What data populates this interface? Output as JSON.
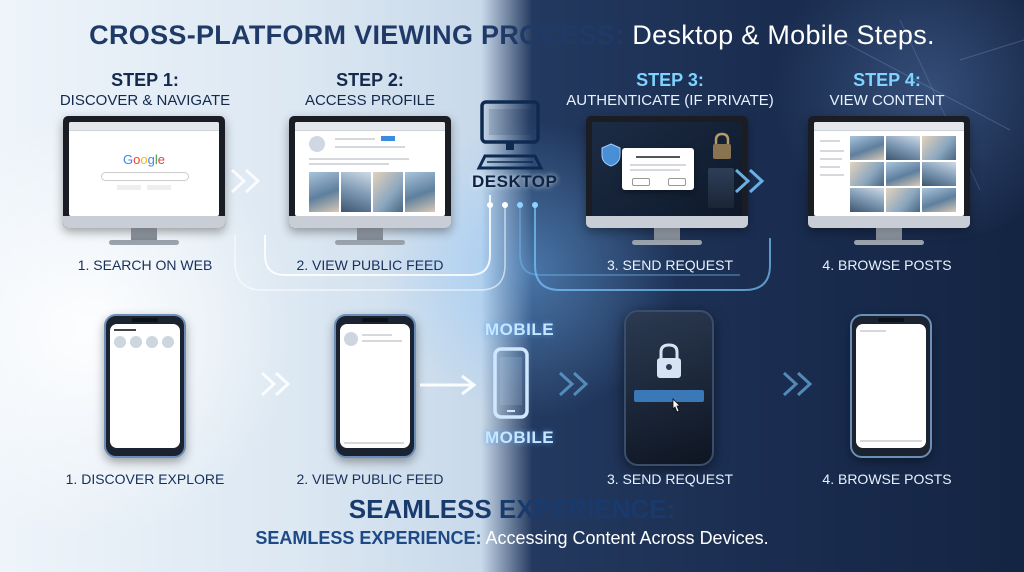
{
  "title": {
    "bold": "CROSS-PLATFORM VIEWING PROCESS:",
    "rest": " Desktop & Mobile Steps."
  },
  "steps": [
    {
      "number": "STEP 1:",
      "name": "DISCOVER & NAVIGATE"
    },
    {
      "number": "STEP 2:",
      "name": "ACCESS PROFILE"
    },
    {
      "number": "STEP 3:",
      "name": "AUTHENTICATE (IF PRIVATE)"
    },
    {
      "number": "STEP 4:",
      "name": "VIEW CONTENT"
    }
  ],
  "desktop_captions": [
    "1. SEARCH ON WEB",
    "2. VIEW PUBLIC FEED",
    "3. SEND REQUEST",
    "4. BROWSE POSTS"
  ],
  "mobile_captions": [
    "1. DISCOVER EXPLORE",
    "2. VIEW PUBLIC FEED",
    "3. SEND REQUEST",
    "4. BROWSE POSTS"
  ],
  "labels": {
    "desktop": "DESKTOP",
    "mobile_top": "MOBILE",
    "mobile_bottom": "MOBILE"
  },
  "screens": {
    "search_logo": [
      "G",
      "o",
      "o",
      "g",
      "l",
      "e"
    ]
  },
  "footer": {
    "headline": "SEAMLESS EXPERIENCE:",
    "bold": "SEAMLESS EXPERIENCE:",
    "rest": " Accessing Content Across Devices."
  },
  "icons": {
    "desktop": "desktop-computer-icon",
    "mobile": "smartphone-icon",
    "lock": "padlock-icon",
    "arrow": "chevron-arrow-icon"
  },
  "colors": {
    "title_dark": "#1f3a66",
    "accent_cyan": "#7fd3ff",
    "light_bg": "#e6eef7",
    "dark_bg": "#1a2d50"
  }
}
